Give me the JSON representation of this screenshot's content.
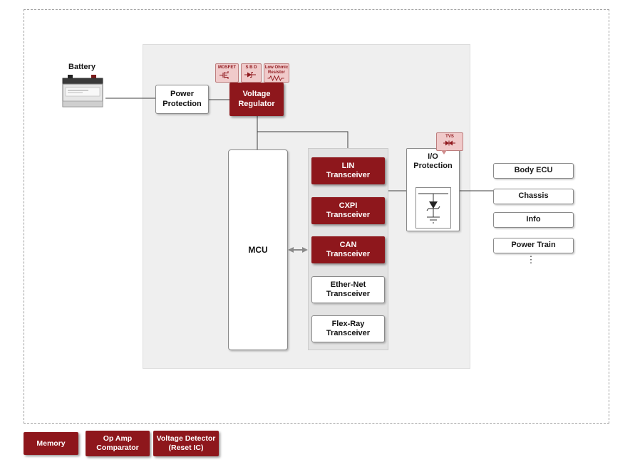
{
  "diagram": {
    "battery": {
      "label": "Battery"
    },
    "power_protection": {
      "label": "Power\nProtection"
    },
    "voltage_regulator": {
      "label": "Voltage\nRegulator"
    },
    "callouts": {
      "mosfet": "MOSFET",
      "sbd": "S B D",
      "low_ohmic": "Low Ohmic\nResistor",
      "tvs": "TVS"
    },
    "mcu": {
      "label": "MCU"
    },
    "transceivers": [
      {
        "label": "LIN\nTransceiver",
        "style": "red"
      },
      {
        "label": "CXPI\nTransceiver",
        "style": "red"
      },
      {
        "label": "CAN\nTransceiver",
        "style": "red"
      },
      {
        "label": "Ether-Net\nTransceiver",
        "style": "white"
      },
      {
        "label": "Flex-Ray\nTransceiver",
        "style": "white"
      }
    ],
    "io_protection": {
      "label": "I/O\nProtection"
    },
    "ecus": [
      {
        "label": "Body ECU"
      },
      {
        "label": "Chassis"
      },
      {
        "label": "Info"
      },
      {
        "label": "Power Train"
      }
    ],
    "ellipsis": "⋮",
    "bottom": [
      {
        "label": "Memory"
      },
      {
        "label": "Op Amp\nComparator"
      },
      {
        "label": "Voltage Detector\n(Reset IC)"
      }
    ]
  },
  "colors": {
    "accent_red": "#8e171c",
    "callout_bg": "#f0caca",
    "callout_border": "#bd7d7d",
    "panel_bg": "#efefef",
    "subpanel_bg": "#e3e3e3",
    "line": "#3f3f3f"
  }
}
